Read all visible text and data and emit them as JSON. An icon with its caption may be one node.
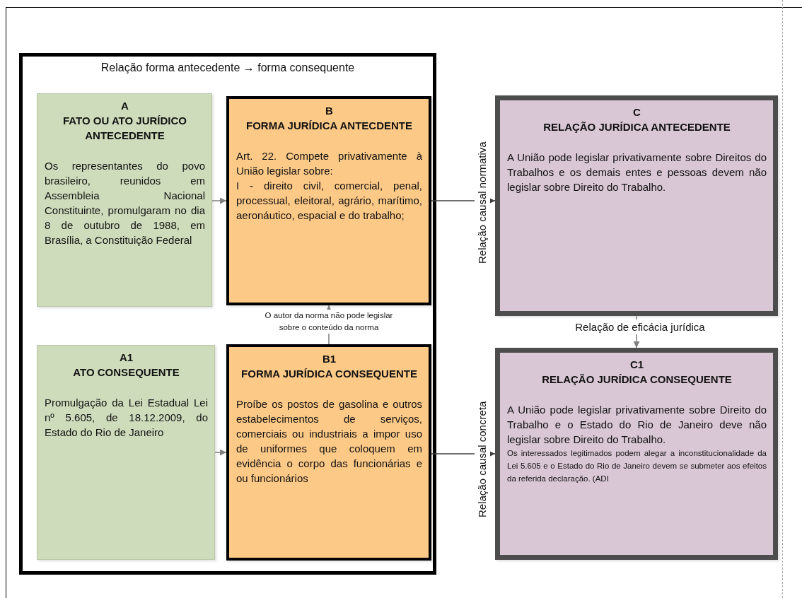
{
  "diagram": {
    "nodes": [
      {
        "text": [
          "Relação forma antecedente → forma consequente"
        ]
      },
      {
        "text": [
          "A",
          "FATO OU ATO JURÍDICO ANTECEDENTE",
          "Os representantes do povo brasileiro, reunidos em Assembleia Nacional Constituinte, promulgaram no dia 8 de outubro de 1988, em Brasília, a Constituição Federal"
        ],
        "in": 0
      },
      {
        "text": [
          "B",
          "FORMA JURÍDICA ANTECDENTE",
          "Art. 22. Compete privativamente à União legislar sobre:",
          "I - direito civil, comercial, penal, processual, eleitoral, agrário, marítimo, aeronáutico, espacial e do trabalho;"
        ],
        "in": 0
      },
      {
        "text": [
          "C",
          "RELAÇÃO JURÍDICA ANTECEDENTE",
          "A União pode legislar privativamente sobre Direitos do Trabalhos e os demais entes e pessoas devem não legislar sobre Direito do Trabalho."
        ]
      },
      {
        "text": [
          "A1",
          "ATO CONSEQUENTE",
          "Promulgação da Lei Estadual Lei nº 5.605, de 18.12.2009, do Estado do Rio de Janeiro"
        ],
        "in": 0
      },
      {
        "text": [
          "B1",
          "FORMA JURÍDICA CONSEQUENTE",
          "Proíbe os postos de gasolina e outros estabelecimentos de serviços, comerciais ou industriais a impor uso de uniformes que coloquem em evidência o corpo das funcionárias e ou funcionários"
        ],
        "in": 0
      },
      {
        "text": [
          "C1",
          "RELAÇÃO JURÍDICA CONSEQUENTE",
          "A União pode legislar privativamente sobre Direito do Trabalho e o Estado do Rio de Janeiro deve não legislar sobre Direito do Trabalho.",
          "Os interessados legitimados podem alegar a inconstitucionalidade da Lei 5.605 e o Estado do Rio de Janeiro devem se submeter aos efeitos da referida declaração. (ADI"
        ]
      }
    ],
    "edges": [
      {
        "from": 1,
        "to": 2,
        "arrow": "to"
      },
      {
        "from": 2,
        "to": 3,
        "arrow": "to",
        "label": "Relação causal normativa",
        "color": "#404040"
      },
      {
        "from": 5,
        "to": 2,
        "arrow": "to",
        "label": "O autor da norma não pode legislar sobre o conteúdo da norma"
      },
      {
        "from": 3,
        "to": 6,
        "arrow": "to",
        "label": "Relação de eficácia jurídica"
      },
      {
        "from": 4,
        "to": 5,
        "arrow": "to"
      },
      {
        "from": 5,
        "to": 6,
        "arrow": "to",
        "label": "Relação causal concreta",
        "color": "#404040"
      }
    ]
  }
}
